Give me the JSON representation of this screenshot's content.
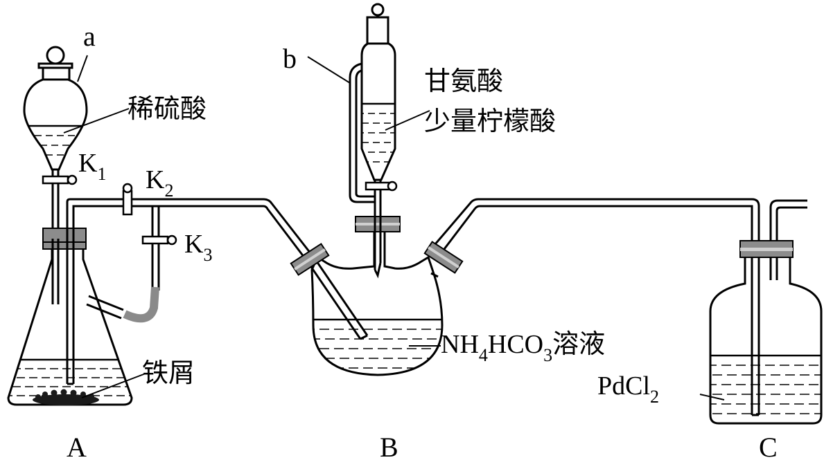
{
  "apparatus": {
    "A": {
      "letter": "A",
      "funnel_label": "a",
      "funnel_reagent": "稀硫酸",
      "solid_reagent": "铁屑"
    },
    "valves": {
      "k1": {
        "base": "K",
        "sub": "1"
      },
      "k2": {
        "base": "K",
        "sub": "2"
      },
      "k3": {
        "base": "K",
        "sub": "3"
      }
    },
    "B": {
      "letter": "B",
      "tube_label": "b",
      "funnel_reagent_1": "甘氨酸",
      "funnel_reagent_2": "少量柠檬酸",
      "flask_reagent": {
        "pre": "NH",
        "sub1": "4",
        "mid": "HCO",
        "sub2": "3",
        "post": "溶液"
      }
    },
    "C": {
      "letter": "C",
      "reagent": {
        "pre": "PdCl",
        "sub": "2"
      }
    }
  },
  "colors": {
    "stroke": "#000000",
    "stopper": "#8c8c8c",
    "stopper_band": "#d0d0d0",
    "rubber_tube": "#8a8a8a"
  }
}
